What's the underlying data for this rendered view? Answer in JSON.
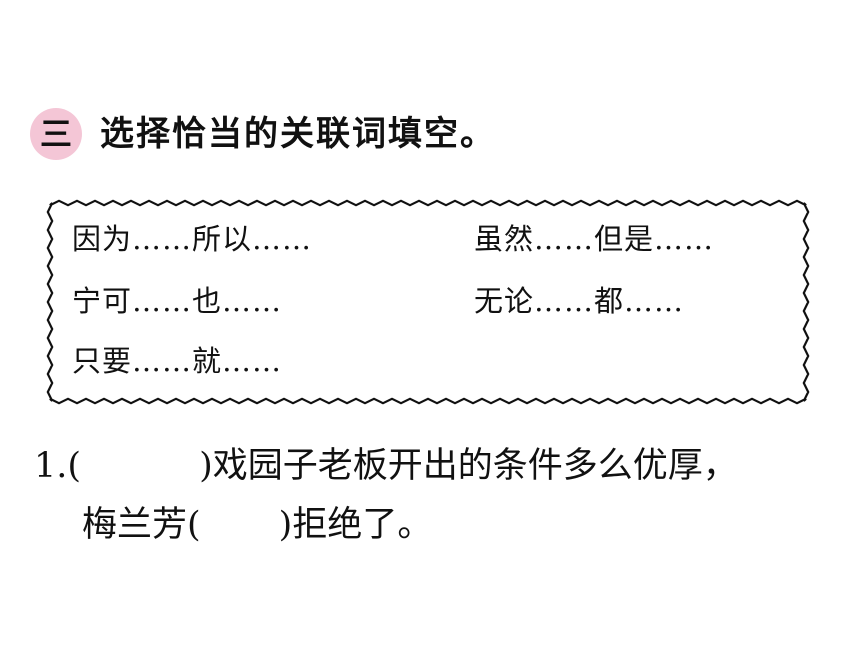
{
  "section": {
    "number": "三",
    "title": "选择恰当的关联词填空。",
    "badge_color": "#f4c6d6"
  },
  "word_bank": {
    "items": [
      "因为……所以……",
      "虽然……但是……",
      "宁可……也……",
      "无论……都……",
      "只要……就……"
    ]
  },
  "question1": {
    "number": "1.",
    "line1_open": "(",
    "line1_close": ")",
    "line1_text": "戏园子老板开出的条件多么优厚，",
    "line2_prefix": "梅兰芳(",
    "line2_close": ")",
    "line2_text": "拒绝了。"
  }
}
